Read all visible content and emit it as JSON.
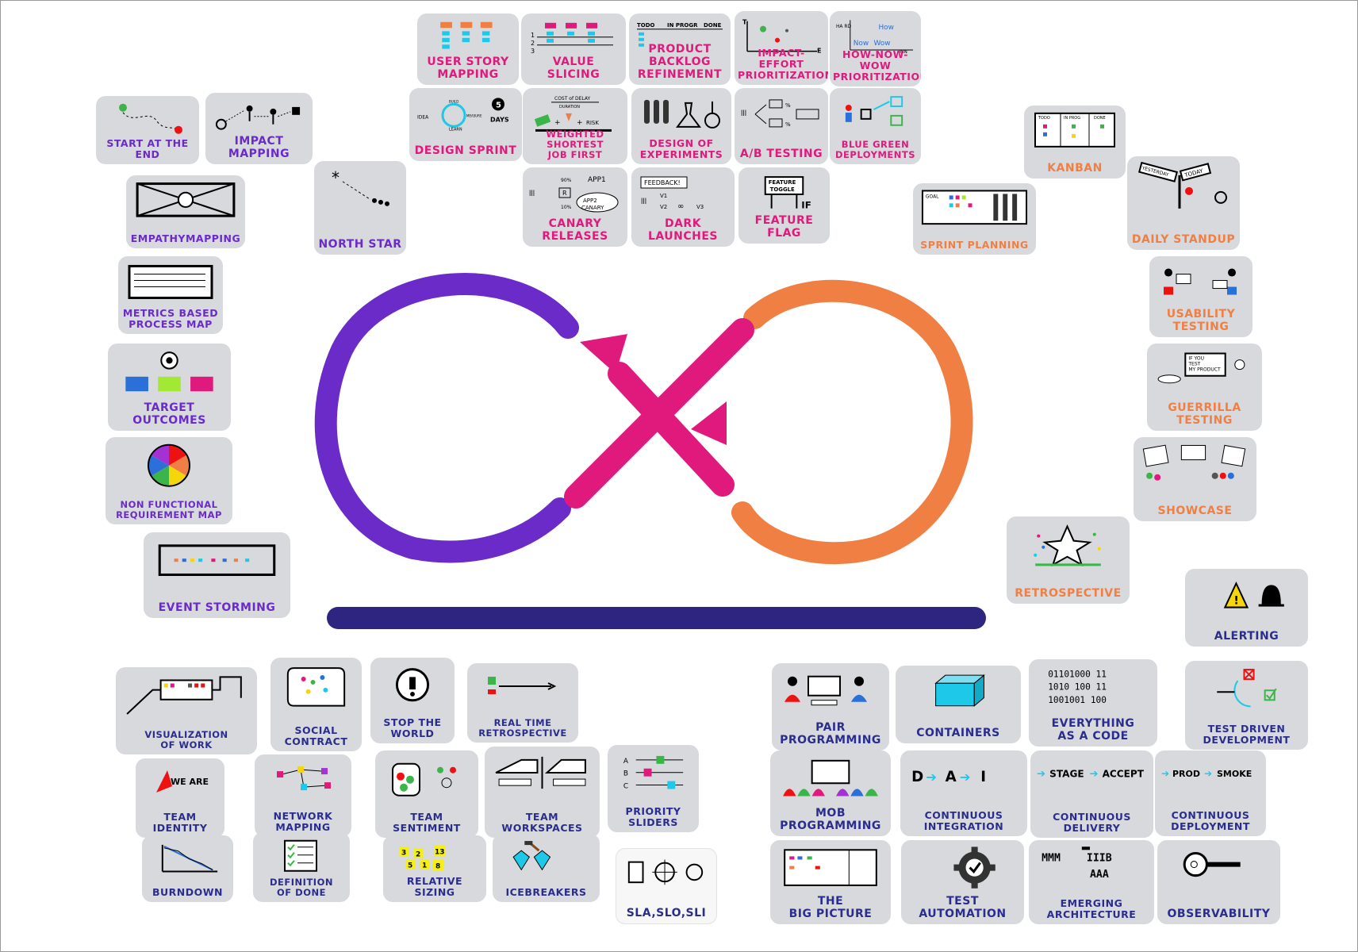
{
  "colors": {
    "pink": "#e0197d",
    "purple": "#6a2bc9",
    "navy": "#2b2d8e",
    "orange": "#f07f44",
    "card": "#d7d9dc",
    "line": "#2d2580"
  },
  "diagram": {
    "name": "agile-devops-practices-map"
  },
  "cards": {
    "user_story_mapping": "USER STORY\nMAPPING",
    "value_slicing": "VALUE SLICING",
    "product_backlog_refinement": "PRODUCT BACKLOG\nREFINEMENT",
    "impact_effort_prioritization": "IMPACT-EFFORT\nPRIORITIZATION",
    "how_now_wow_prioritization": "HOW-NOW-WOW\nPRIORITIZATION",
    "start_at_the_end": "START AT THE END",
    "impact_mapping": "IMPACT MAPPING",
    "design_sprint": "DESIGN  SPRINT",
    "weighted_shortest_job_first": "WEIGHTED SHORTEST\nJOB FIRST",
    "design_of_experiments": "DESIGN OF\nEXPERIMENTS",
    "ab_testing": "A/B TESTING",
    "blue_green_deployments": "BLUE GREEN\nDEPLOYMENTS",
    "empathy_mapping": "EMPATHYMAPPING",
    "north_star": "NORTH STAR",
    "canary_releases": "CANARY RELEASES",
    "dark_launches": "DARK  LAUNCHES",
    "feature_flag": "FEATURE FLAG",
    "kanban": "KANBAN",
    "sprint_planning": "SPRINT PLANNING",
    "daily_standup": "DAILY STANDUP",
    "metrics_based_process_map": "METRICS BASED\nPROCESS MAP",
    "target_outcomes": "TARGET\nOUTCOMES",
    "non_functional_requirement_map": "NON FUNCTIONAL\nREQUIREMENT MAP",
    "event_storming": "EVENT STORMING",
    "usability_testing": "USABILITY\nTESTING",
    "guerrilla_testing": "GUERRILLA\nTESTING",
    "showcase": "SHOWCASE",
    "retrospective": "RETROSPECTIVE",
    "alerting": "ALERTING",
    "test_driven_development": "TEST DRIVEN\nDEVELOPMENT",
    "visualization_of_work": "VISUALIZATION\nOF WORK",
    "social_contract": "SOCIAL\nCONTRACT",
    "stop_the_world": "STOP THE\nWORLD",
    "real_time_retrospective": "REAL TIME\nRETROSPECTIVE",
    "team_identity": "TEAM\nIDENTITY",
    "network_mapping": "NETWORK\nMAPPING",
    "team_sentiment": "TEAM\nSENTIMENT",
    "team_workspaces": "TEAM\nWORKSPACES",
    "priority_sliders": "PRIORITY\nSLIDERS",
    "burndown": "BURNDOWN",
    "definition_of_done": "DEFINITION\nOF DONE",
    "relative_sizing": "RELATIVE SIZING",
    "icebreakers": "ICEBREAKERS",
    "sla_slo_sli": "SLA,SLO,SLI",
    "pair_programming": "PAIR\nPROGRAMMING",
    "containers": "CONTAINERS",
    "everything_as_a_code": "EVERYTHING\nAS A CODE",
    "mob_programming": "MOB\nPROGRAMMING",
    "continuous_integration": "CONTINUOUS\nINTEGRATION",
    "continuous_delivery": "CONTINUOUS\nDELIVERY",
    "continuous_deployment": "CONTINUOUS\nDEPLOYMENT",
    "the_big_picture": "THE\nBIG PICTURE",
    "test_automation": "TEST\nAUTOMATION",
    "emerging_architecture": "EMERGING\nARCHITECTURE",
    "observability": "OBSERVABILITY"
  },
  "icon_text": {
    "backlog_columns": [
      "TODO",
      "IN PROGR",
      "DONE"
    ],
    "how_now_wow": [
      "How",
      "Now",
      "Wow"
    ],
    "hwow_axes": [
      "HA RD",
      "INN"
    ],
    "impact_axes": [
      "T",
      "E"
    ],
    "design_sprint_days": "5",
    "design_sprint_days_label": "DAYS",
    "design_sprint_steps": [
      "IDEA",
      "BUILD",
      "LEARN",
      "MEASURE"
    ],
    "cost_of_delay": "COST of DELAY",
    "duration": "DURATION",
    "risk": "RISK",
    "value_slicing_rows": [
      "1",
      "2",
      "3"
    ],
    "canary_percentages": [
      "90%",
      "10%"
    ],
    "canary_apps": [
      "APP1",
      "APP2\nCANARY"
    ],
    "canary_router": "R",
    "dark_launch_feedback": "FEEDBACK!",
    "dark_launch_versions": [
      "V1",
      "V2",
      "V3"
    ],
    "feature_toggle": "FEATURE\nTOGGLE",
    "feature_if": "IF",
    "kanban_columns": [
      "TODO",
      "IN PROG",
      "DONE"
    ],
    "sprint_goal": "GOAL",
    "standup_signs": [
      "YESTERDAY",
      "TODAY"
    ],
    "guerrilla_board": "IF YOU\nTEST\nMY PRODUCT",
    "team_identity_tag": "WE ARE",
    "relative_sizing_numbers": [
      "3",
      "2",
      "13",
      "5",
      "1",
      "8"
    ],
    "priority_letters": [
      "A",
      "B",
      "C"
    ],
    "ci_steps": [
      "D",
      "A",
      "I"
    ],
    "cd_steps": [
      "STAGE",
      "ACCEPT"
    ],
    "cdep_steps": [
      "PROD",
      "SMOKE"
    ],
    "binary": [
      "01101000 11",
      "1010 100 11",
      "1001001 100"
    ],
    "arch_blocks": [
      "MMM",
      "IIIB",
      "AAA"
    ]
  }
}
